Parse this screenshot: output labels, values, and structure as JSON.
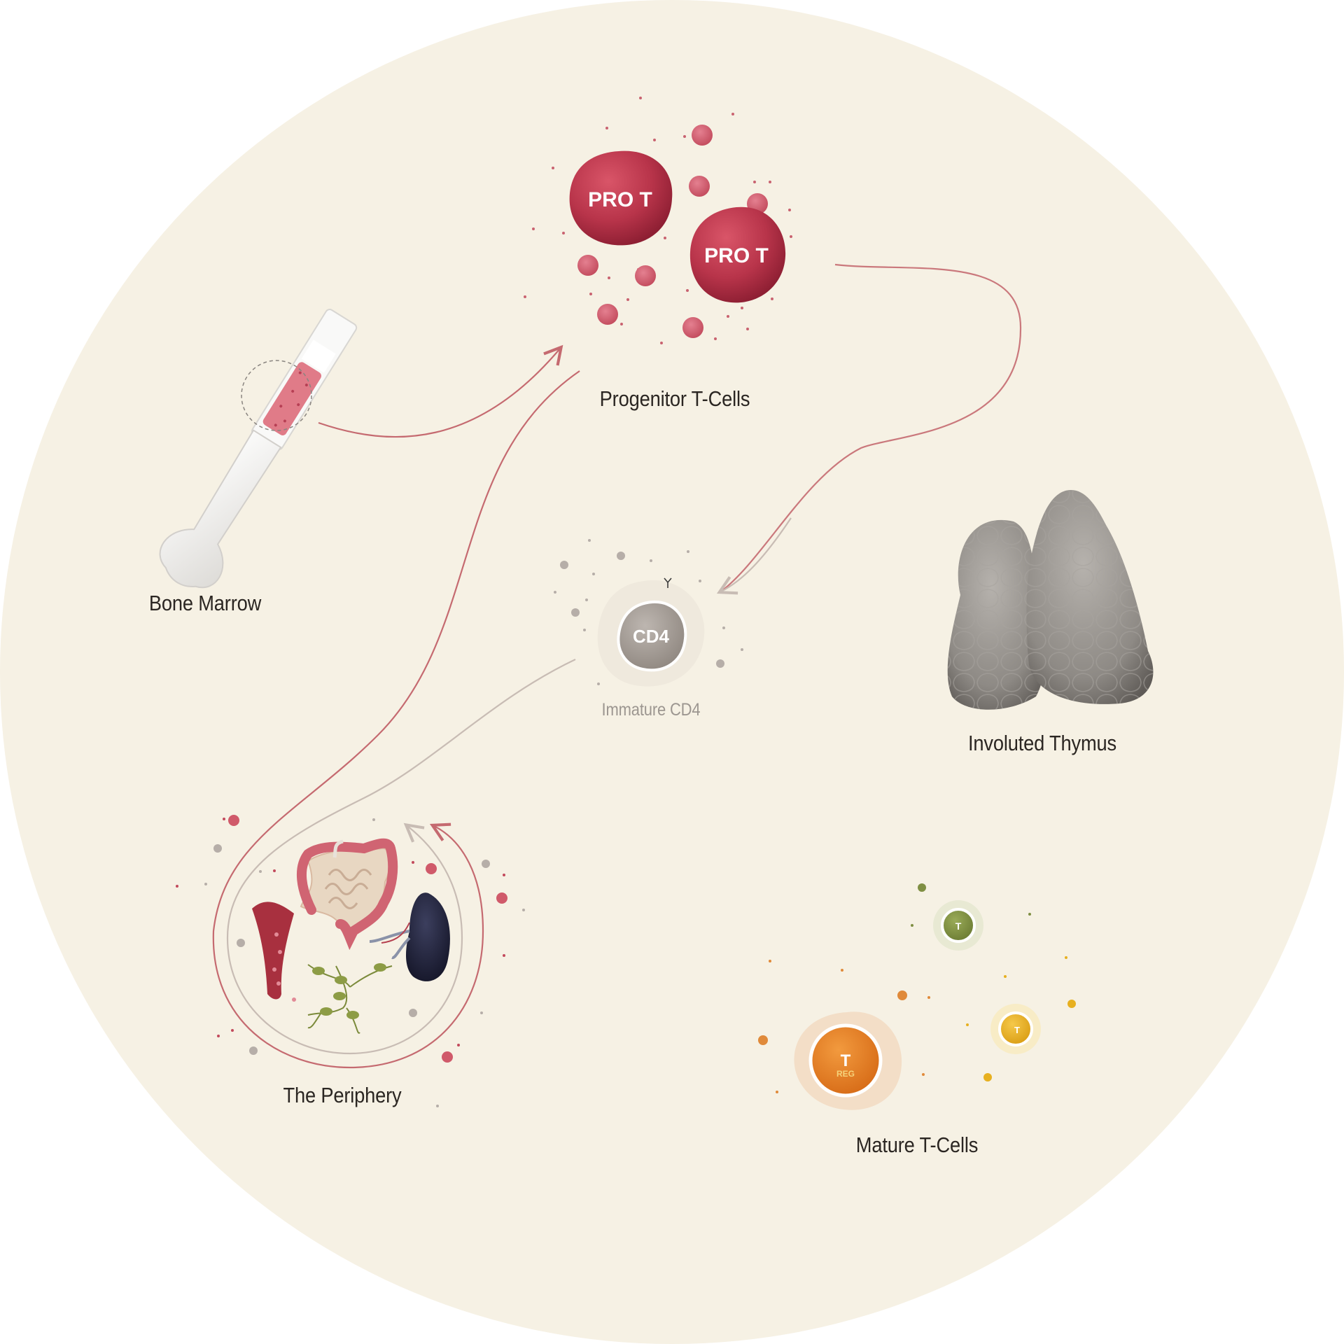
{
  "labels": {
    "progenitor": "Progenitor T-Cells",
    "bone_marrow": "Bone Marrow",
    "immature_cd4": "Immature CD4",
    "thymus": "Involuted Thymus",
    "periphery": "The Periphery",
    "mature": "Mature T-Cells"
  },
  "cells": {
    "pro_t_1": "PRO T",
    "pro_t_2": "PRO T",
    "cd4": "CD4",
    "treg_t": "T",
    "treg_sub": "REG",
    "green_t": "T",
    "yellow_t": "T"
  },
  "colors": {
    "background_disc": "#f6f1e4",
    "pro_t": "#b8344a",
    "pro_t_small": "#d05a6a",
    "arrow_red": "#c56a70",
    "arrow_gray": "#c8bcb4",
    "cd4": "#a59d97",
    "treg": "#e27d25",
    "green_t": "#7f8f43",
    "yellow_t": "#e7b01f",
    "thymus": "#8f8b86"
  }
}
